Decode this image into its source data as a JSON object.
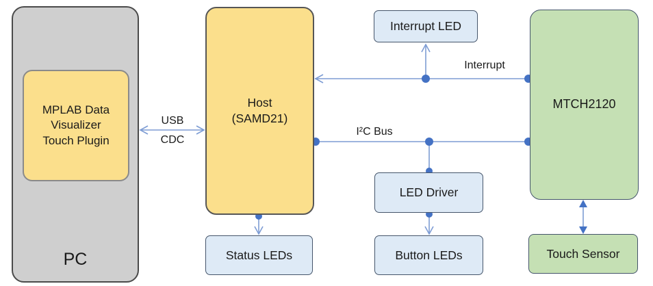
{
  "diagram": {
    "nodes": {
      "pc": {
        "label": "PC"
      },
      "mplab_plugin": {
        "lines": [
          "MPLAB Data",
          "Visualizer",
          "Touch Plugin"
        ]
      },
      "host": {
        "lines": [
          "Host",
          "(SAMD21)"
        ]
      },
      "interrupt_led": {
        "label": "Interrupt LED"
      },
      "mtch2120": {
        "label": "MTCH2120"
      },
      "led_driver": {
        "label": "LED Driver"
      },
      "status_leds": {
        "label": "Status LEDs"
      },
      "button_leds": {
        "label": "Button LEDs"
      },
      "touch_sensor": {
        "label": "Touch Sensor"
      }
    },
    "edge_labels": {
      "usb_top": "USB",
      "usb_bottom": "CDC",
      "interrupt": "Interrupt",
      "i2c_bus": "I²C Bus"
    },
    "colors": {
      "node_yellow": "#FBDF8C",
      "node_gray": "#CFCFCF",
      "node_green": "#C5E0B4",
      "node_blue": "#DEEAF6",
      "node_border_dark": "#44546A",
      "wire": "#7D9CD4",
      "junction_dot": "#4472C4",
      "text": "#1A1A1A"
    }
  }
}
